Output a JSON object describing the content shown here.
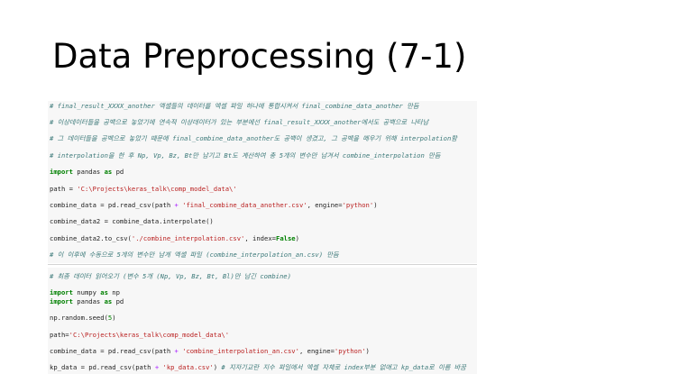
{
  "slide": {
    "title": "Data Preprocessing (7-1)"
  },
  "colors": {
    "comment": "#3d7a7a",
    "keyword": "#008000",
    "string": "#ba2121",
    "operator": "#aa22ff",
    "code_background": "#f7f7f7"
  },
  "code_block_1": {
    "comment_1": "# final_result_XXXX_another 엑셀들의 데이터를 엑셀 파일 하나에 통합시켜서 final_combine_data_another 만듬",
    "comment_2": "# 이상데이터들을 공백으로 놓았기에 연속적 이상데이터가 있는 부분에선 final_result_XXXX_another에서도 공백으로 나타남",
    "comment_3": "# 그 데이터들을 공백으로 놓았기 때문에 final_combine_data_another도 공백이 생겼고, 그 공백을 메우기 위해 interpolation함",
    "comment_4": "# interpolation을 한 후 Np, Vp, Bz, Bt만 남기고 Bt도 계산하여 총 5개의 변수만 남겨서 combine_interpolation 만듬",
    "import_kw": "import",
    "import_module": " pandas ",
    "as_kw": "as",
    "import_alias": " pd",
    "path_prefix": "path = ",
    "path_value": "'C:\\Projects\\keras_talk\\comp_model_data\\'",
    "read_prefix": "combine_data = pd.read_csv(path ",
    "read_plus": "+",
    "read_space": " ",
    "read_filename": "'final_combine_data_another.csv'",
    "read_mid": ", engine=",
    "read_engine": "'python'",
    "read_suffix": ")",
    "interp_line": "combine_data2 = combine_data.interpolate()",
    "tocsv_prefix": "combine_data2.to_csv(",
    "tocsv_filename": "'./combine_interpolation.csv'",
    "tocsv_mid": ", index=",
    "tocsv_false": "False",
    "tocsv_suffix": ")",
    "comment_5": "# 이 이후에 수동으로 5개의 변수만 남게 엑셀 파일 (combine_interpolation_an.csv) 만듬"
  },
  "code_block_2": {
    "comment_1": "# 최종 데이터 읽어오기 (변수 5개 (Np, Vp, Bz, Bt, Bl)만 남긴 combine)",
    "import1_kw": "import",
    "import1_module": " numpy ",
    "as1_kw": "as",
    "import1_alias": " np",
    "import2_kw": "import",
    "import2_module": " pandas ",
    "as2_kw": "as",
    "import2_alias": " pd",
    "seed_prefix": "np.random.seed(",
    "seed_value": "5",
    "seed_suffix": ")",
    "path_prefix": "path=",
    "path_value": "'C:\\Projects\\keras_talk\\comp_model_data\\'",
    "read_prefix": "combine_data = pd.read_csv(path ",
    "read_plus": "+",
    "read_space": " ",
    "read_filename": "'combine_interpolation_an.csv'",
    "read_mid": ", engine=",
    "read_engine": "'python'",
    "read_suffix": ")",
    "kp_prefix": "kp_data = pd.read_csv(path ",
    "kp_plus": "+",
    "kp_space": " ",
    "kp_filename": "'kp_data.csv'",
    "kp_suffix": ") ",
    "kp_comment": "# 지자기교란 지수 파일에서 엑셀 자체로 index부분 없애고 kp_data로 이름 바꿈"
  }
}
